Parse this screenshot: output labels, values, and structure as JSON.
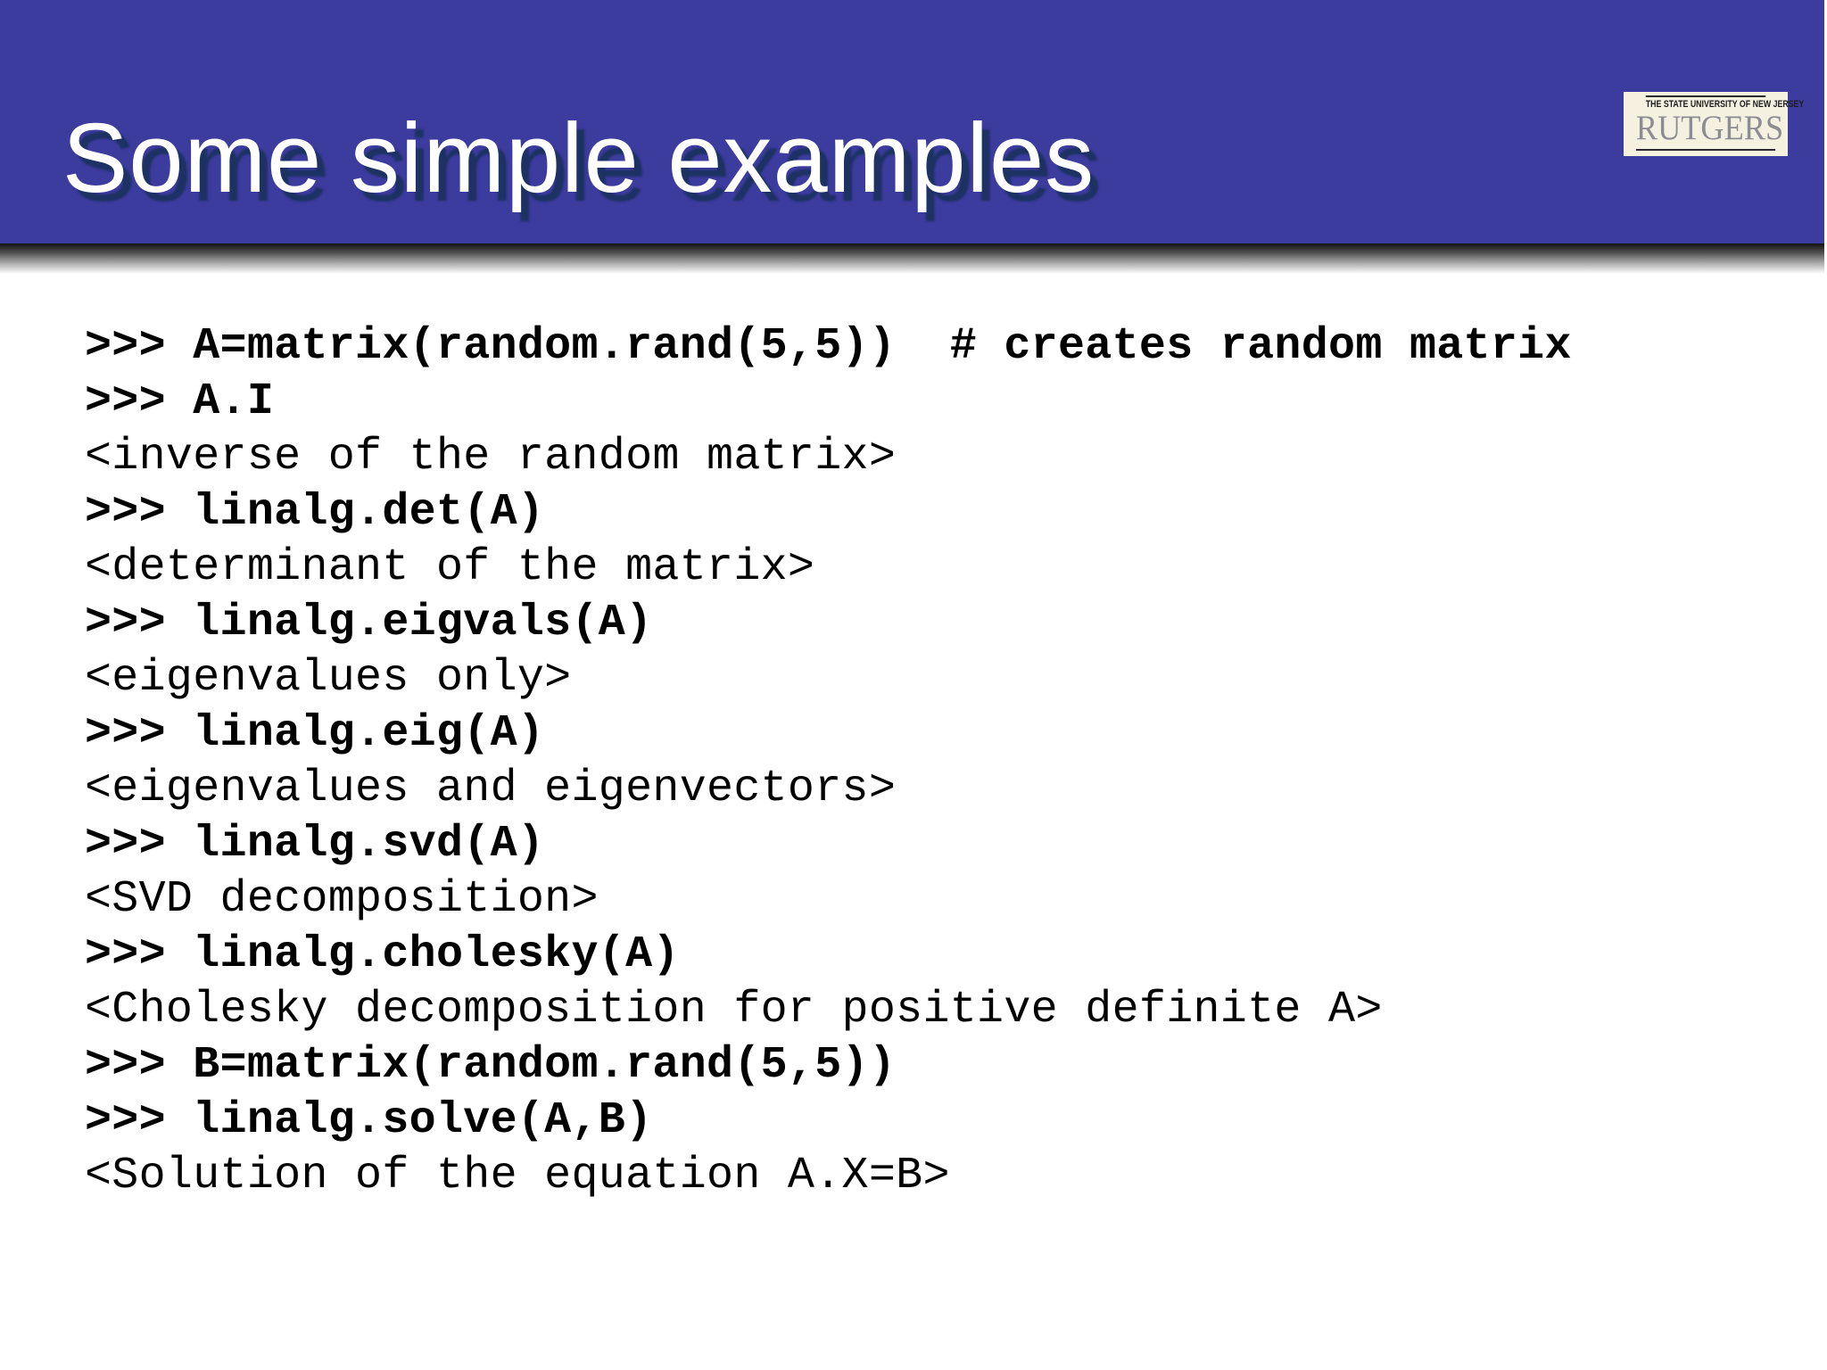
{
  "slide": {
    "title": "Some simple examples",
    "logo": {
      "tagline": "THE STATE UNIVERSITY OF NEW JERSEY",
      "wordmark": "RUTGERS"
    },
    "colors": {
      "header_background": "#3c3b9e",
      "title_text": "#ffffff",
      "title_shadow": "#1d3263",
      "code_text": "#000000",
      "logo_background": "#f4f1e1",
      "logo_wordmark": "#8c8c92"
    },
    "code_lines": [
      {
        "text": ">>> A=matrix(random.rand(5,5))  # creates random matrix",
        "bold": true
      },
      {
        "text": ">>> A.I",
        "bold": true
      },
      {
        "text": "<inverse of the random matrix>",
        "bold": false
      },
      {
        "text": ">>> linalg.det(A)",
        "bold": true
      },
      {
        "text": "<determinant of the matrix>",
        "bold": false
      },
      {
        "text": ">>> linalg.eigvals(A)",
        "bold": true
      },
      {
        "text": "<eigenvalues only>",
        "bold": false
      },
      {
        "text": ">>> linalg.eig(A)",
        "bold": true
      },
      {
        "text": "<eigenvalues and eigenvectors>",
        "bold": false
      },
      {
        "text": ">>> linalg.svd(A)",
        "bold": true
      },
      {
        "text": "<SVD decomposition>",
        "bold": false
      },
      {
        "text": ">>> linalg.cholesky(A)",
        "bold": true
      },
      {
        "text": "<Cholesky decomposition for positive definite A>",
        "bold": false
      },
      {
        "text": ">>> B=matrix(random.rand(5,5))",
        "bold": true
      },
      {
        "text": ">>> linalg.solve(A,B)",
        "bold": true
      },
      {
        "text": "<Solution of the equation A.X=B>",
        "bold": false
      }
    ]
  }
}
